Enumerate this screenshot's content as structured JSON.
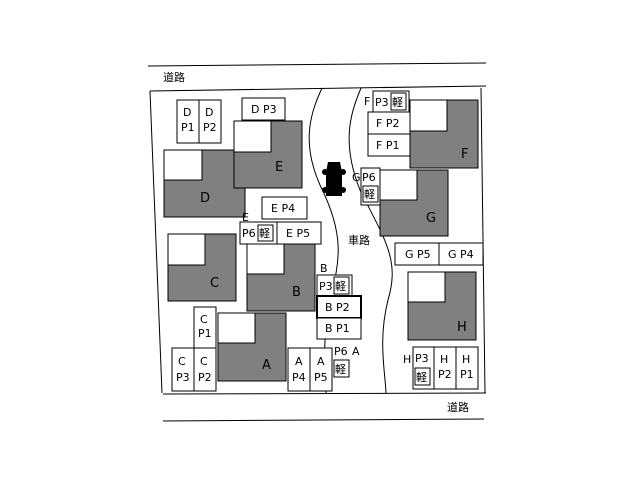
{
  "roads": {
    "top_label": "道路",
    "bottom_label": "道路",
    "car_road_label": "車路"
  },
  "kei_label": "軽",
  "buildings": [
    {
      "id": "A",
      "label": "A"
    },
    {
      "id": "B",
      "label": "B"
    },
    {
      "id": "C",
      "label": "C"
    },
    {
      "id": "D",
      "label": "D"
    },
    {
      "id": "E",
      "label": "E"
    },
    {
      "id": "F",
      "label": "F"
    },
    {
      "id": "G",
      "label": "G"
    },
    {
      "id": "H",
      "label": "H"
    }
  ],
  "parking": {
    "D_P1": {
      "a": "D",
      "b": "P1"
    },
    "D_P2": {
      "a": "D",
      "b": "P2"
    },
    "D_P3": "D  P3",
    "E_P4": "E  P4",
    "E_P5": "E  P5",
    "E_P6_tag": "E",
    "E_P6": "P6",
    "C_P1": {
      "a": "C",
      "b": "P1"
    },
    "C_P2": {
      "a": "C",
      "b": "P2"
    },
    "C_P3": {
      "a": "C",
      "b": "P3"
    },
    "A_P4": {
      "a": "A",
      "b": "P4"
    },
    "A_P5": {
      "a": "A",
      "b": "P5"
    },
    "A_P6": "P6",
    "A_P6_tag": "A",
    "B_P3_tag": "B",
    "B_P3": "P3",
    "B_P2": "B  P2",
    "B_P1": "B  P1",
    "F_P3_tag": "F",
    "F_P3": "P3",
    "F_P2": "F  P2",
    "F_P1": "F  P1",
    "G_P6_tag": "G",
    "G_P6": "P6",
    "G_P5": "G  P5",
    "G_P4": "G  P4",
    "H_P3_tag": "H",
    "H_P3": "P3",
    "H_P2": {
      "a": "H",
      "b": "P2"
    },
    "H_P1": {
      "a": "H",
      "b": "P1"
    }
  },
  "icons": {
    "car": "car-icon"
  }
}
